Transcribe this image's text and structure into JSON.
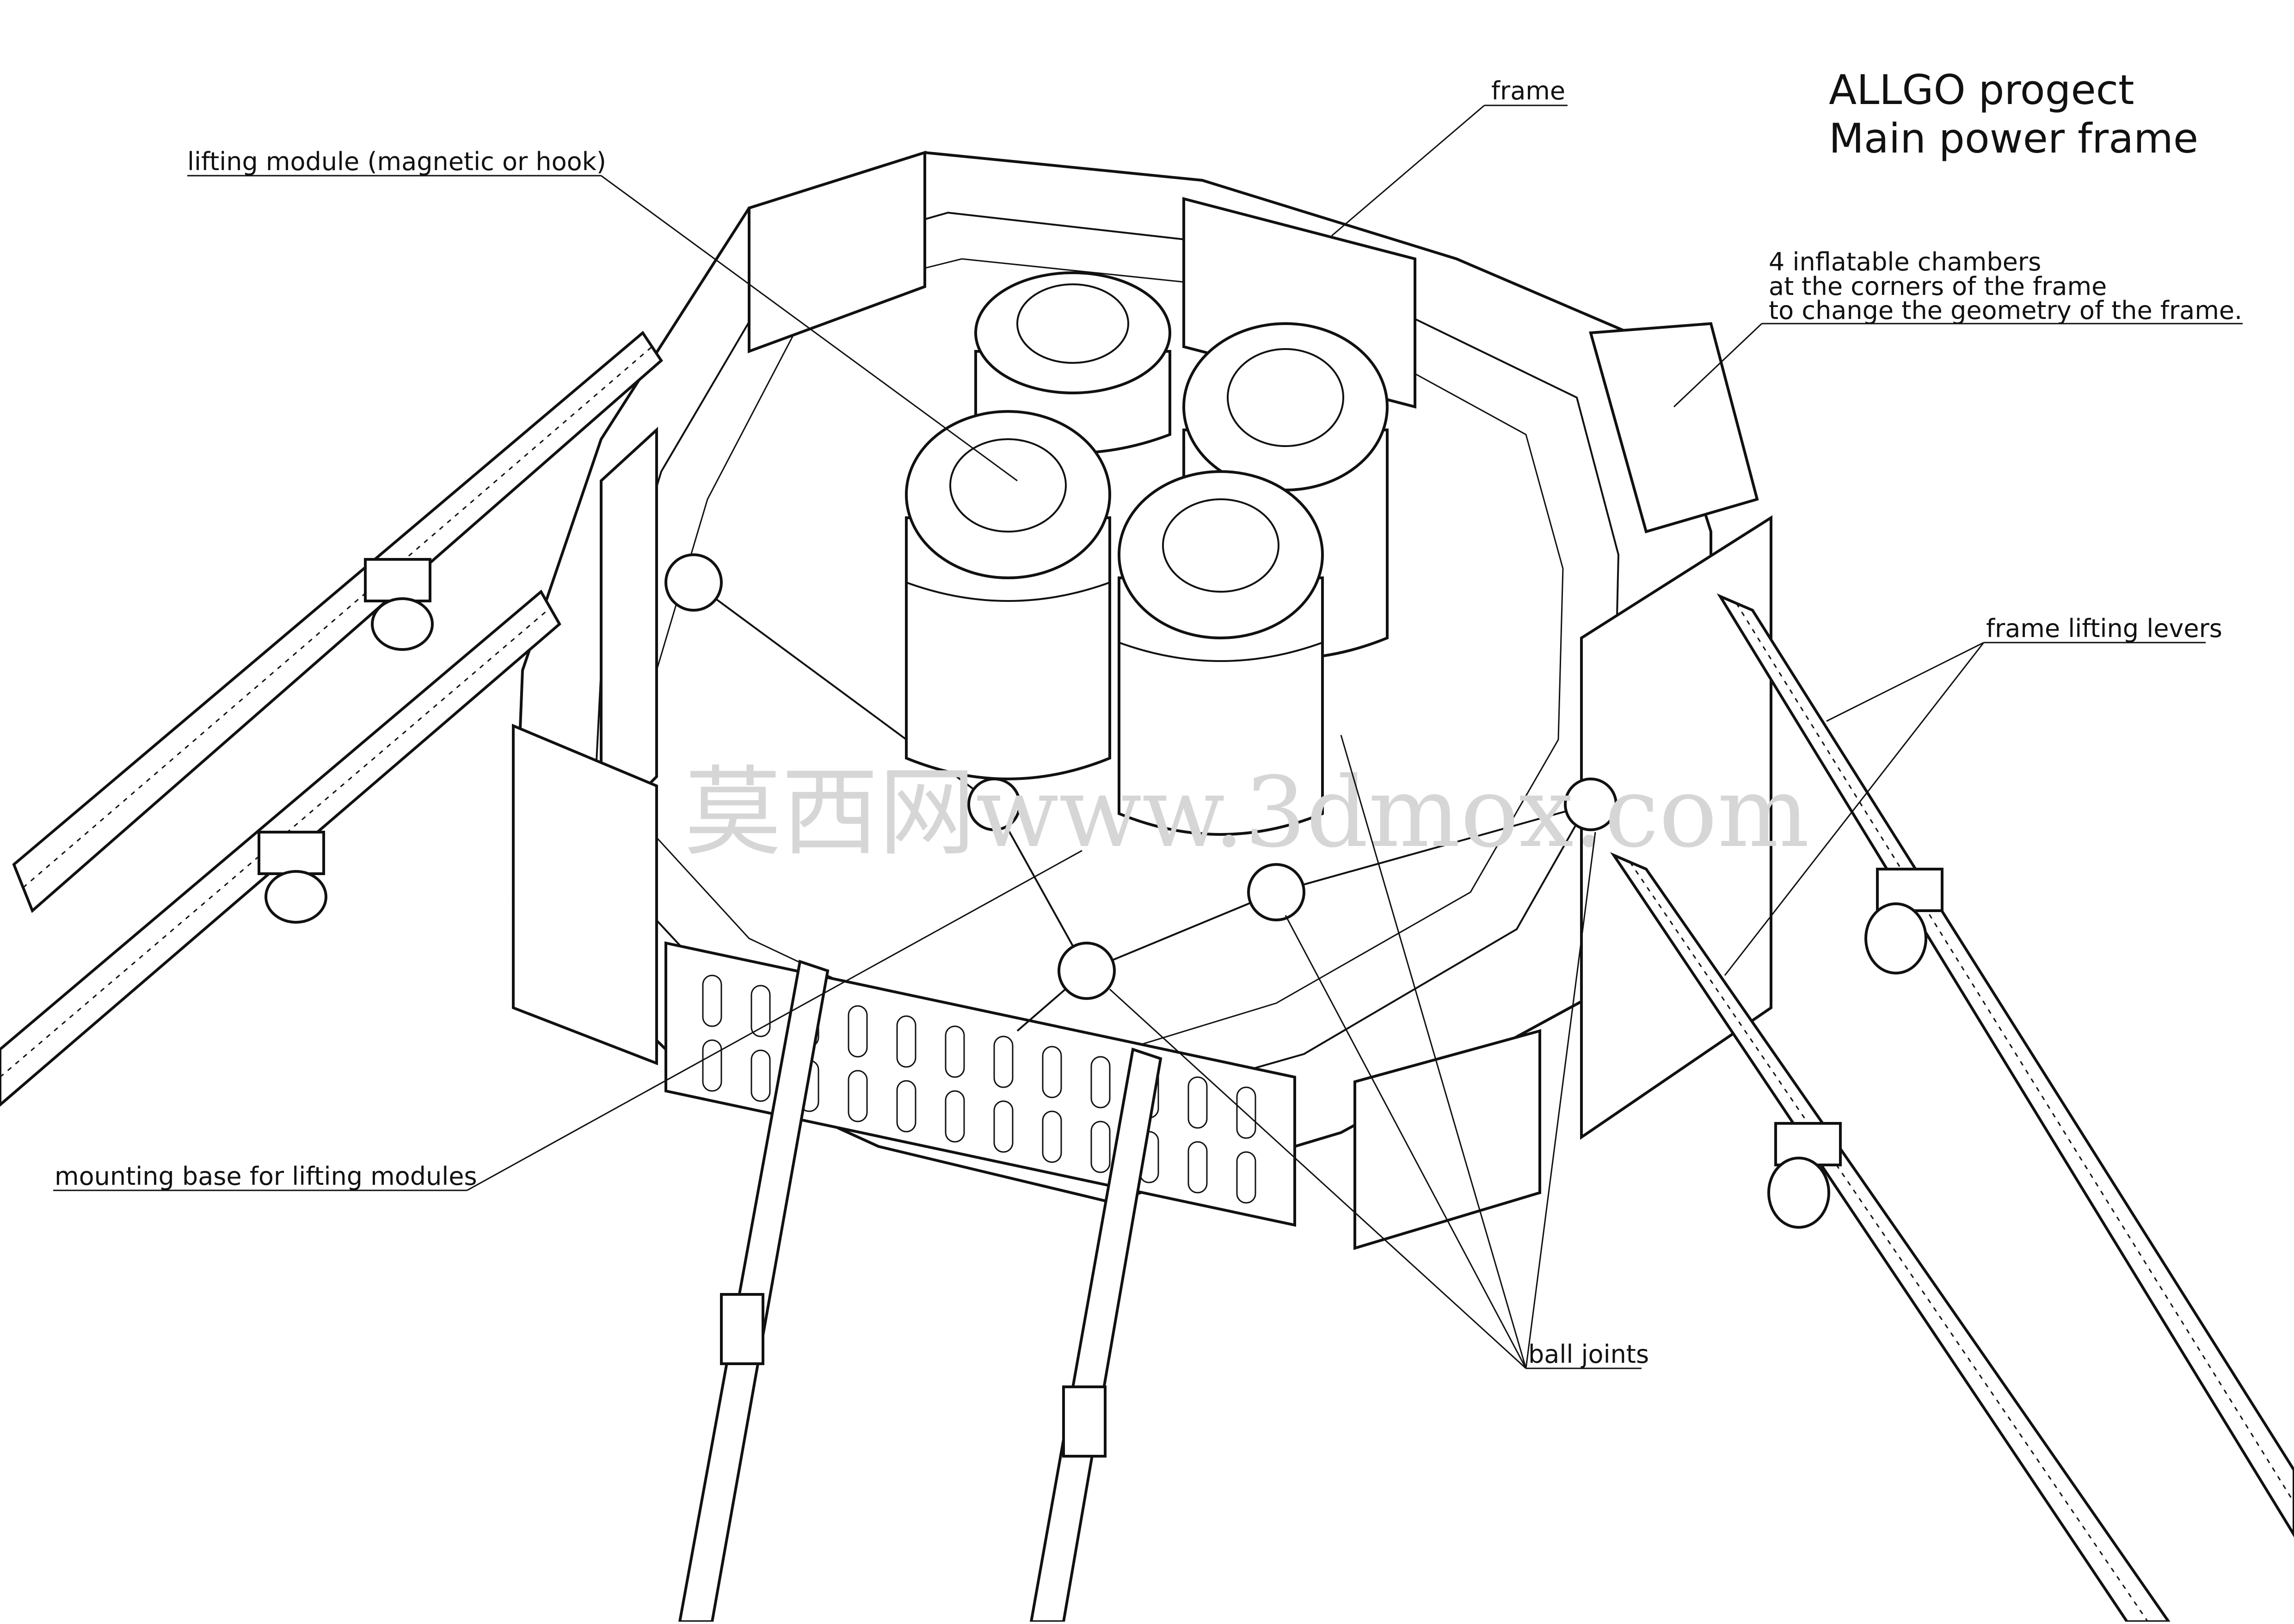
{
  "title": {
    "line1": "ALLGO progect",
    "line2": "Main power frame"
  },
  "labels": {
    "frame": "frame",
    "lifting_module": "lifting module (magnetic or hook)",
    "chambers_1": "4 inflatable chambers",
    "chambers_2": "at the corners of the frame",
    "chambers_3": "to change the geometry of the frame.",
    "levers": "frame lifting levers",
    "mounting_base": "mounting base for lifting modules",
    "ball_joints": "ball joints"
  },
  "watermark": "莫西网www.3dmox.com"
}
